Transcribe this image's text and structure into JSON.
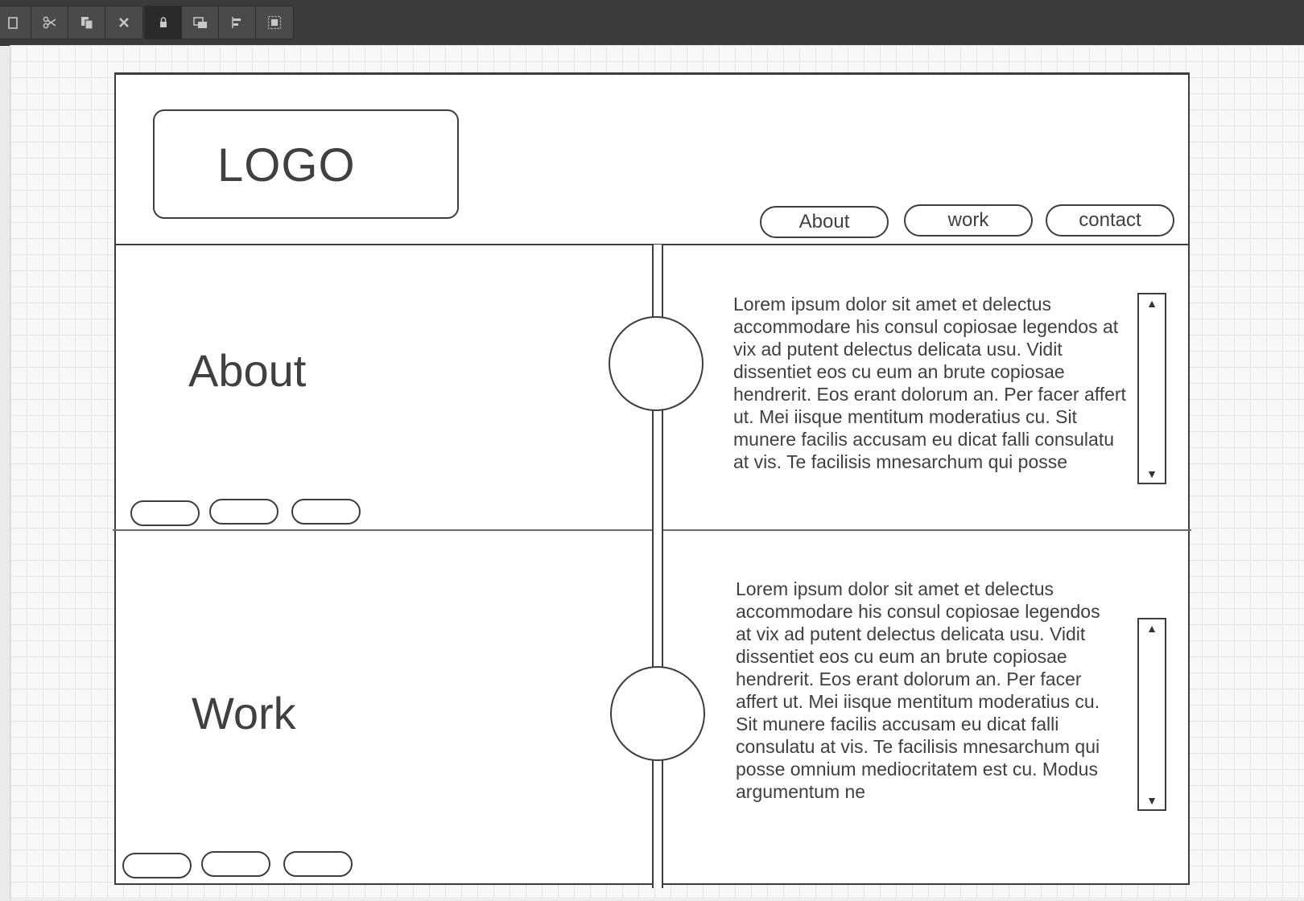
{
  "toolbar": {
    "group1": [
      "paste-icon",
      "scissors-icon",
      "copy-icon",
      "close-icon"
    ],
    "group2": [
      "lock-icon",
      "bring-front-icon",
      "align-left-icon",
      "group-select-icon"
    ]
  },
  "header": {
    "logo": "LOGO",
    "nav": [
      "About",
      "work",
      "contact"
    ]
  },
  "sections": [
    {
      "title": "About",
      "body": "Lorem ipsum dolor sit amet et delectus accommodare his consul copiosae legendos at vix ad putent delectus delicata usu. Vidit dissentiet eos cu eum an brute copiosae hendrerit. Eos erant dolorum an. Per facer affert ut. Mei iisque mentitum moderatius cu. Sit munere facilis accusam eu dicat falli consulatu at vis. Te facilisis mnesarchum qui posse"
    },
    {
      "title": "Work",
      "body": "Lorem ipsum dolor sit amet et delectus accommodare his consul copiosae legendos at vix ad putent delectus delicata usu. Vidit dissentiet eos cu eum an brute copiosae hendrerit. Eos erant dolorum an. Per facer affert ut. Mei iisque mentitum moderatius cu. Sit munere facilis accusam eu dicat falli consulatu at vis. Te facilisis mnesarchum qui posse omnium mediocritatem est cu. Modus argumentum ne"
    }
  ],
  "scroll_arrows": {
    "up": "▲",
    "down": "▼"
  }
}
